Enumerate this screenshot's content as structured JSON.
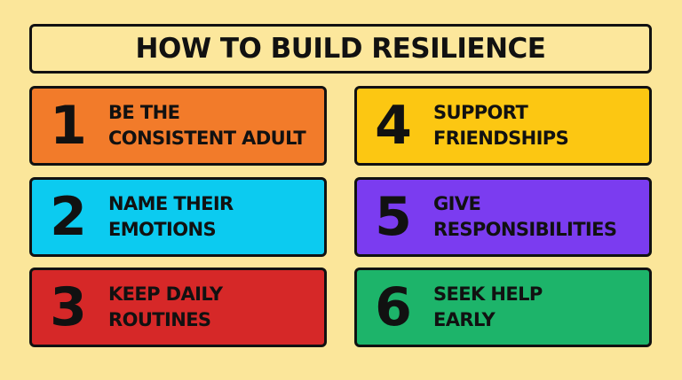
{
  "title": "HOW TO BUILD RESILIENCE",
  "cards": [
    {
      "number": "1",
      "line1": "BE THE",
      "line2": "CONSISTENT ADULT",
      "color": "#f27b2a"
    },
    {
      "number": "2",
      "line1": "NAME THEIR",
      "line2": "EMOTIONS",
      "color": "#0ccbf0"
    },
    {
      "number": "3",
      "line1": "KEEP DAILY",
      "line2": "ROUTINES",
      "color": "#d62828"
    },
    {
      "number": "4",
      "line1": "SUPPORT",
      "line2": "FRIENDSHIPS",
      "color": "#fcc712"
    },
    {
      "number": "5",
      "line1": "GIVE",
      "line2": "RESPONSIBILITIES",
      "color": "#7b3cf0"
    },
    {
      "number": "6",
      "line1": "SEEK HELP",
      "line2": "EARLY",
      "color": "#1db46a"
    }
  ]
}
